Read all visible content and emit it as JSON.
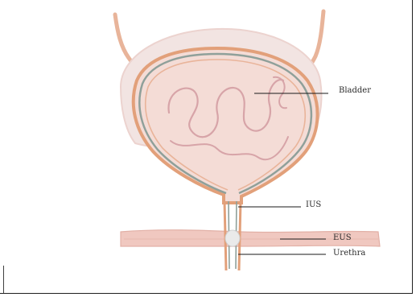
{
  "labels": {
    "bladder": "Bladder",
    "ius": "IUS",
    "eus": "EUS",
    "urethra": "Urethra"
  },
  "colors": {
    "background": "#ffffff",
    "bladder_fill": "#f4dcd6",
    "bladder_outer_fill": "#f2e4e2",
    "wall_orange": "#e2a07a",
    "wall_gray": "#8fa09a",
    "mucosa_fold": "#d7a4a8",
    "ureter": "#e8b49a",
    "pelvic_floor": "#f0c8c0",
    "sphincter": "#eaeaea",
    "leader_line": "#1a1a1a"
  }
}
